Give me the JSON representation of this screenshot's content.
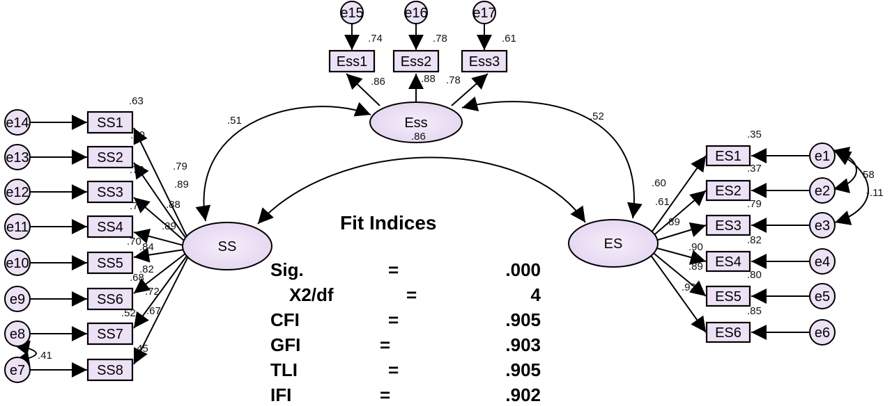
{
  "latent": {
    "ess": "Ess",
    "ss": "SS",
    "es": "ES"
  },
  "observed": {
    "ess": [
      "Ess1",
      "Ess2",
      "Ess3"
    ],
    "ss": [
      "SS1",
      "SS2",
      "SS3",
      "SS4",
      "SS5",
      "SS6",
      "SS7",
      "SS8"
    ],
    "es": [
      "ES1",
      "ES2",
      "ES3",
      "ES4",
      "ES5",
      "ES6"
    ]
  },
  "errors": {
    "ess": [
      "e15",
      "e16",
      "e17"
    ],
    "ss": [
      "e14",
      "e13",
      "e12",
      "e11",
      "e10",
      "e9",
      "e8",
      "e7"
    ],
    "es": [
      "e1",
      "e2",
      "e3",
      "e4",
      "e5",
      "e6"
    ]
  },
  "loadings": {
    "ess": [
      ".86",
      ".88",
      ".78"
    ],
    "ss": [
      ".79",
      ".89",
      ".88",
      ".89",
      ".84",
      ".82",
      ".72",
      ".67"
    ],
    "es": [
      ".60",
      ".61",
      ".89",
      ".90",
      ".89",
      ".92"
    ]
  },
  "r_squared": {
    "ess": [
      ".74",
      ".78",
      ".61"
    ],
    "ss": [
      ".63",
      ".80",
      ".78",
      ".79",
      ".70",
      ".68",
      ".52",
      ".45"
    ],
    "es": [
      ".35",
      ".37",
      ".79",
      ".82",
      ".80",
      ".85"
    ]
  },
  "covariances": {
    "ess_ss": ".51",
    "ess_es": ".52",
    "ss_es": ".86",
    "e1_e2": "58",
    "e2_e3": "-.11",
    "e7_e8": ".41"
  },
  "fit": {
    "title": "Fit Indices",
    "rows": [
      {
        "name": "Sig.",
        "eq": "=",
        "value": ".000"
      },
      {
        "name": "X2/df",
        "eq": "=",
        "value": "4"
      },
      {
        "name": "CFI",
        "eq": "=",
        "value": ".905"
      },
      {
        "name": "GFI",
        "eq": "=",
        "value": ".903"
      },
      {
        "name": "TLI",
        "eq": "=",
        "value": ".905"
      },
      {
        "name": "IFI",
        "eq": "=",
        "value": ".902"
      }
    ]
  }
}
